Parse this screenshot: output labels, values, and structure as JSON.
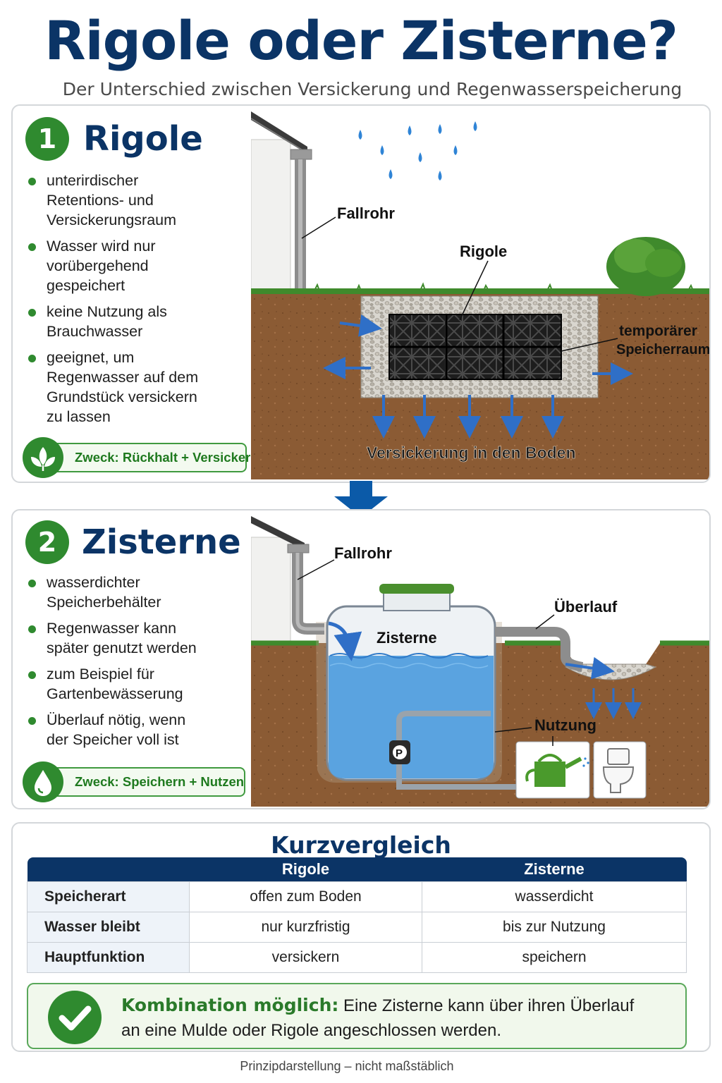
{
  "header": {
    "title": "Rigole oder Zisterne?",
    "subtitle": "Der Unterschied zwischen Versickerung und Regenwasserspeicherung"
  },
  "section1": {
    "number": "1",
    "title": "Rigole",
    "bullets": [
      [
        "unterirdischer",
        "Retentions- und",
        "Versickerungsraum"
      ],
      [
        "Wasser wird nur",
        "vorübergehend",
        "gespeichert"
      ],
      [
        "keine Nutzung als",
        "Brauchwasser"
      ],
      [
        "geeignet, um",
        "Regenwasser auf dem",
        "Grundstück versickern",
        "zu lassen"
      ]
    ],
    "purpose": "Zweck: Rückhalt + Versickerung",
    "labels": {
      "downpipe": "Fallrohr",
      "rigole": "Rigole",
      "temp_storage_1": "temporärer",
      "temp_storage_2": "Speicherraum",
      "infiltration": "Versickerung in den Boden"
    }
  },
  "section2": {
    "number": "2",
    "title": "Zisterne",
    "bullets": [
      [
        "wasserdichter",
        "Speicherbehälter"
      ],
      [
        "Regenwasser kann",
        "später genutzt werden"
      ],
      [
        "zum Beispiel für",
        "Gartenbewässerung"
      ],
      [
        "Überlauf nötig, wenn",
        "der Speicher voll ist"
      ]
    ],
    "purpose": "Zweck: Speichern + Nutzen",
    "labels": {
      "downpipe": "Fallrohr",
      "cistern": "Zisterne",
      "overflow": "Überlauf",
      "usage": "Nutzung",
      "pump": "P"
    }
  },
  "comparison": {
    "title": "Kurzvergleich",
    "columns": [
      "",
      "Rigole",
      "Zisterne"
    ],
    "rows": [
      [
        "Speicherart",
        "offen zum Boden",
        "wasserdicht"
      ],
      [
        "Wasser bleibt",
        "nur kurzfristig",
        "bis zur Nutzung"
      ],
      [
        "Hauptfunktion",
        "versickern",
        "speichern"
      ]
    ],
    "combo_heading": "Kombination möglich:",
    "combo_text_1": "Eine Zisterne kann über ihren Überlauf",
    "combo_text_2": "an eine Mulde oder Rigole angeschlossen werden."
  },
  "footnote": "Prinzipdarstellung – nicht maßstäblich",
  "colors": {
    "navy": "#0b3466",
    "green": "#2f8a2f",
    "soil": "#8a5a34",
    "water": "#5aa3e0",
    "arrow_blue": "#2f6fc7"
  },
  "icons": {
    "purpose1": "leaf-icon",
    "purpose2": "water-drop-icon",
    "combo": "check-icon",
    "usage1": "watering-can-icon",
    "usage2": "toilet-icon"
  }
}
